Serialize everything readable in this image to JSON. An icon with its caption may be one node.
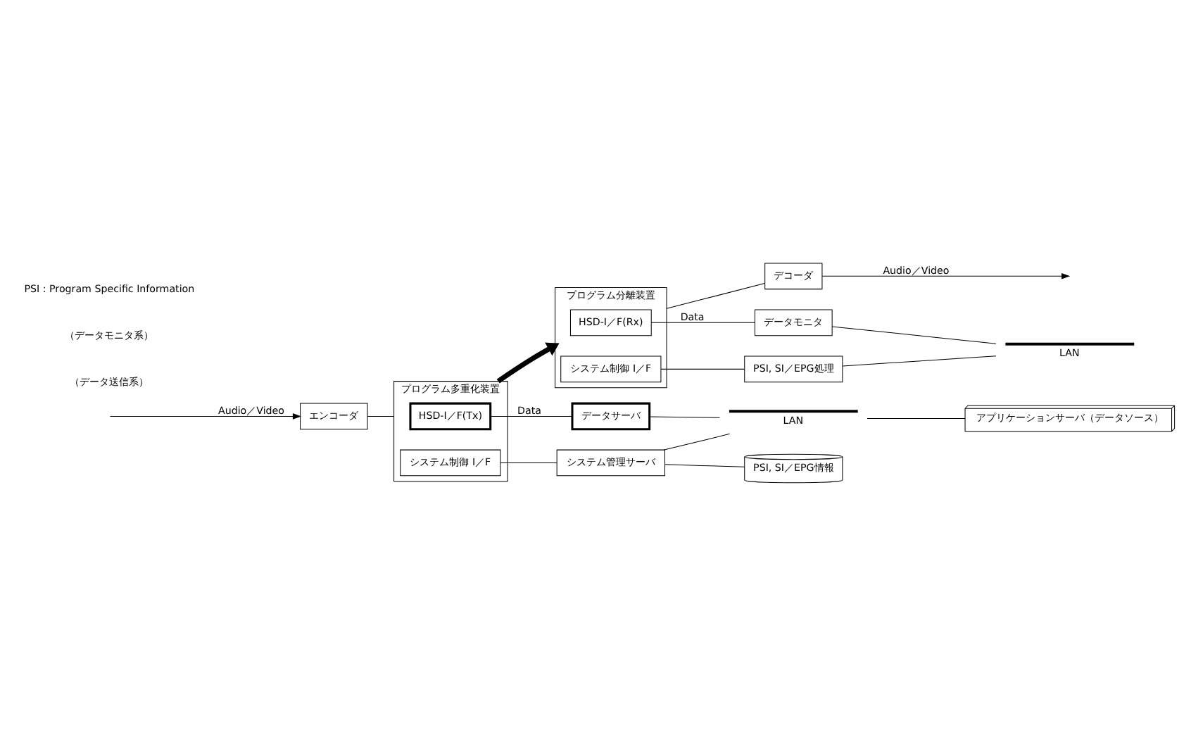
{
  "diagram": {
    "nodes": [
      {
        "text": [
          "エンコーダ"
        ]
      },
      {
        "text": [
          "プログラム多重化装置"
        ]
      },
      {
        "text": [
          "HSD-I／F(Tx)"
        ],
        "in": 1
      },
      {
        "text": [
          "システム制御 I／F"
        ],
        "in": 1
      },
      {
        "text": [
          "プログラム分離装置"
        ]
      },
      {
        "text": [
          "HSD-I／F(Rx)"
        ],
        "in": 4
      },
      {
        "text": [
          "システム制御 I／F"
        ],
        "in": 4
      },
      {
        "text": [
          "デコーダ"
        ]
      },
      {
        "text": [
          "データサーバ"
        ]
      },
      {
        "text": [
          "システム管理サーバ"
        ]
      },
      {
        "text": [
          "PSI, SI／EPG情報"
        ]
      },
      {
        "text": [
          "アプリケーションサーバ（データソース）"
        ]
      },
      {
        "text": [
          "PSI, SI／EPG処理"
        ]
      },
      {
        "text": [
          "データモニタ"
        ]
      },
      {
        "text": [],
        "shape": "bar",
        "beside": [
          "LAN"
        ]
      },
      {
        "text": [],
        "shape": "bar",
        "beside": [
          "LAN"
        ]
      }
    ],
    "edges": [
      {
        "from": null,
        "to": 0,
        "arrow": "to",
        "label": "Audio／Video"
      },
      {
        "from": 0,
        "to": 1,
        "arrow": "none"
      },
      {
        "from": 1,
        "to": 4,
        "arrow": "to",
        "style": "thick"
      },
      {
        "from": 4,
        "to": 7,
        "arrow": "none"
      },
      {
        "from": 7,
        "to": null,
        "arrow": "to",
        "label": "Audio／Video"
      },
      {
        "from": 2,
        "to": 8,
        "arrow": "none",
        "label": "Data"
      },
      {
        "from": 3,
        "to": 9,
        "arrow": "none"
      },
      {
        "from": 9,
        "to": 10,
        "arrow": "none"
      },
      {
        "from": 8,
        "to": 14,
        "arrow": "none"
      },
      {
        "from": 9,
        "to": 14,
        "arrow": "none"
      },
      {
        "from": 14,
        "to": 11,
        "arrow": "none"
      },
      {
        "from": 5,
        "to": 13,
        "arrow": "none",
        "label": "Data"
      },
      {
        "from": 6,
        "to": 12,
        "arrow": "none"
      },
      {
        "from": 12,
        "to": 15,
        "arrow": "none"
      },
      {
        "from": 13,
        "to": 15,
        "arrow": "none"
      }
    ],
    "labels": [
      "（データ送信系）",
      "（データモニタ系）",
      "PSI : Program Specific Information"
    ]
  }
}
